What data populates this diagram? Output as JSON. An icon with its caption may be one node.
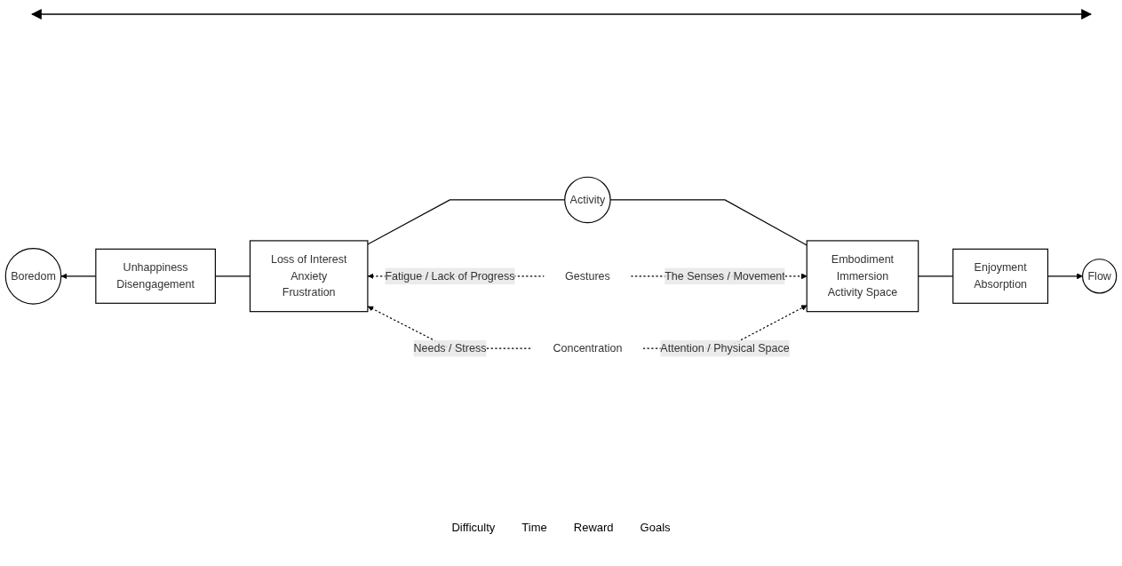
{
  "diagram": {
    "nodes": [
      {
        "text": [
          "Boredom"
        ]
      },
      {
        "text": [
          "Unhappiness",
          "Disengagement"
        ]
      },
      {
        "text": [
          "Loss of Interest",
          "Anxiety",
          "Frustration"
        ]
      },
      {
        "text": [
          "Activity"
        ]
      },
      {
        "text": [
          "Embodiment",
          "Immersion",
          "Activity Space"
        ]
      },
      {
        "text": [
          "Enjoyment",
          "Absorption"
        ]
      },
      {
        "text": [
          "Flow"
        ]
      },
      {
        "text": [
          "Gestures"
        ]
      },
      {
        "text": [
          "Concentration"
        ]
      }
    ],
    "edges": [
      {
        "from": 1,
        "to": 0,
        "arrow": "to"
      },
      {
        "from": 2,
        "to": 1,
        "arrow": "none"
      },
      {
        "from": 3,
        "to": 2,
        "arrow": "none"
      },
      {
        "from": 3,
        "to": 4,
        "arrow": "none"
      },
      {
        "from": 4,
        "to": 5,
        "arrow": "none"
      },
      {
        "from": 5,
        "to": 6,
        "arrow": "to"
      },
      {
        "from": 7,
        "to": 2,
        "arrow": "to",
        "label": "Fatigue / Lack of Progress",
        "style": "dashed"
      },
      {
        "from": 7,
        "to": 4,
        "arrow": "to",
        "label": "The Senses / Movement",
        "style": "dashed"
      },
      {
        "from": 8,
        "to": 2,
        "arrow": "to",
        "label": "Needs / Stress",
        "style": "dashed"
      },
      {
        "from": 8,
        "to": 4,
        "arrow": "to",
        "label": "Attention / Physical Space",
        "style": "dashed"
      }
    ],
    "labels": [
      "Difficulty",
      "Time",
      "Reward",
      "Goals"
    ]
  }
}
